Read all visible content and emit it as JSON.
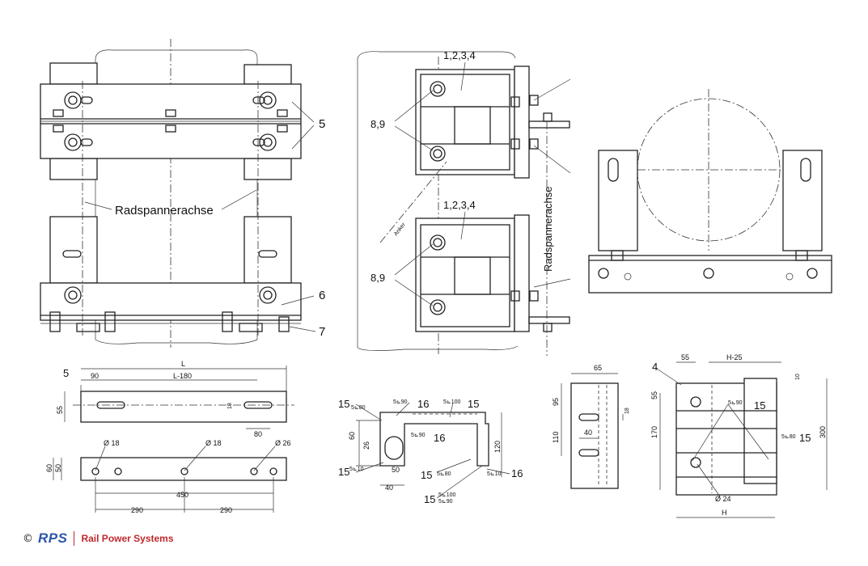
{
  "labels": {
    "item_5": "5",
    "item_6": "6",
    "item_7": "7",
    "item_4": "4",
    "radspanner_left": "Radspannerachse",
    "radspanner_vertical": "Radspannerachse",
    "anker": "Anker",
    "parts_top": "1,2,3,4",
    "parts_mid": "1,2,3,4",
    "bolts_top": "8,9",
    "bolts_bottom": "8,9",
    "detail_5": "5"
  },
  "dims_plate": {
    "L": "L",
    "L180": "L-180",
    "d90": "90",
    "d55": "55",
    "d80": "80",
    "d18": "18",
    "d60": "60",
    "d50": "50",
    "phi18a": "Ø 18",
    "phi18b": "Ø 18",
    "phi26": "Ø 26",
    "d450": "450",
    "d290a": "290",
    "d290b": "290"
  },
  "dims_bracket": {
    "w15a": "15",
    "w16a": "16",
    "w15b": "15",
    "w16b": "16",
    "w15c": "15",
    "w15d": "15",
    "w16c": "16",
    "w15e": "15",
    "s80": "5⊾80",
    "s90a": "5⊾90",
    "s100a": "5⊾100",
    "s90b": "5⊾90",
    "s10a": "5⊾10",
    "s80b": "5⊾80",
    "s10b": "5⊾10",
    "s100b": "5⊾100",
    "s90c": "5⊾90",
    "d60": "60",
    "d26": "26",
    "d40": "40",
    "d50": "50",
    "d120": "120"
  },
  "dims_side": {
    "d65": "65",
    "d95": "95",
    "d18": "18",
    "d40": "40",
    "d110": "110"
  },
  "dims_plan": {
    "d55a": "55",
    "H25": "H-25",
    "d10": "10",
    "d55b": "55",
    "d170": "170",
    "d300": "300",
    "phi24": "Ø 24",
    "H": "H",
    "w15a": "15",
    "w15b": "15",
    "s90": "5⊾90",
    "s80": "5⊾80"
  },
  "footer": {
    "copyright": "©",
    "logo": "RPS",
    "company": "Rail Power Systems"
  }
}
